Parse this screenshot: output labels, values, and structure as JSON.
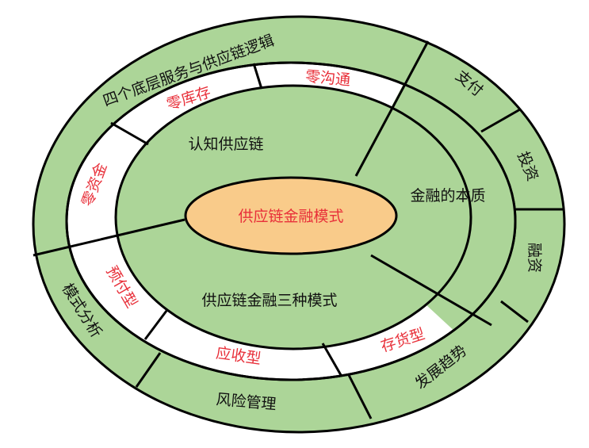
{
  "colors": {
    "green": "#acd598",
    "orange": "#f9cb8a",
    "white": "#ffffff",
    "red": "#e8303a"
  },
  "center": "供应链金融模式",
  "inner": {
    "top": "认知供应链",
    "bottom": "供应链金融三种模式",
    "right": "金融的本质"
  },
  "ring": {
    "zero_capital": "零资金",
    "zero_inventory": "零库存",
    "zero_communication": "零沟通",
    "prepaid": "预付型",
    "receivable": "应收型",
    "inventory": "存货型"
  },
  "outer": {
    "title": "四个底层服务与供应链逻辑",
    "payment": "支付",
    "investment": "投资",
    "financing": "融资",
    "trend": "发展趋势",
    "risk": "风险管理",
    "model_analysis": "模式分析"
  }
}
